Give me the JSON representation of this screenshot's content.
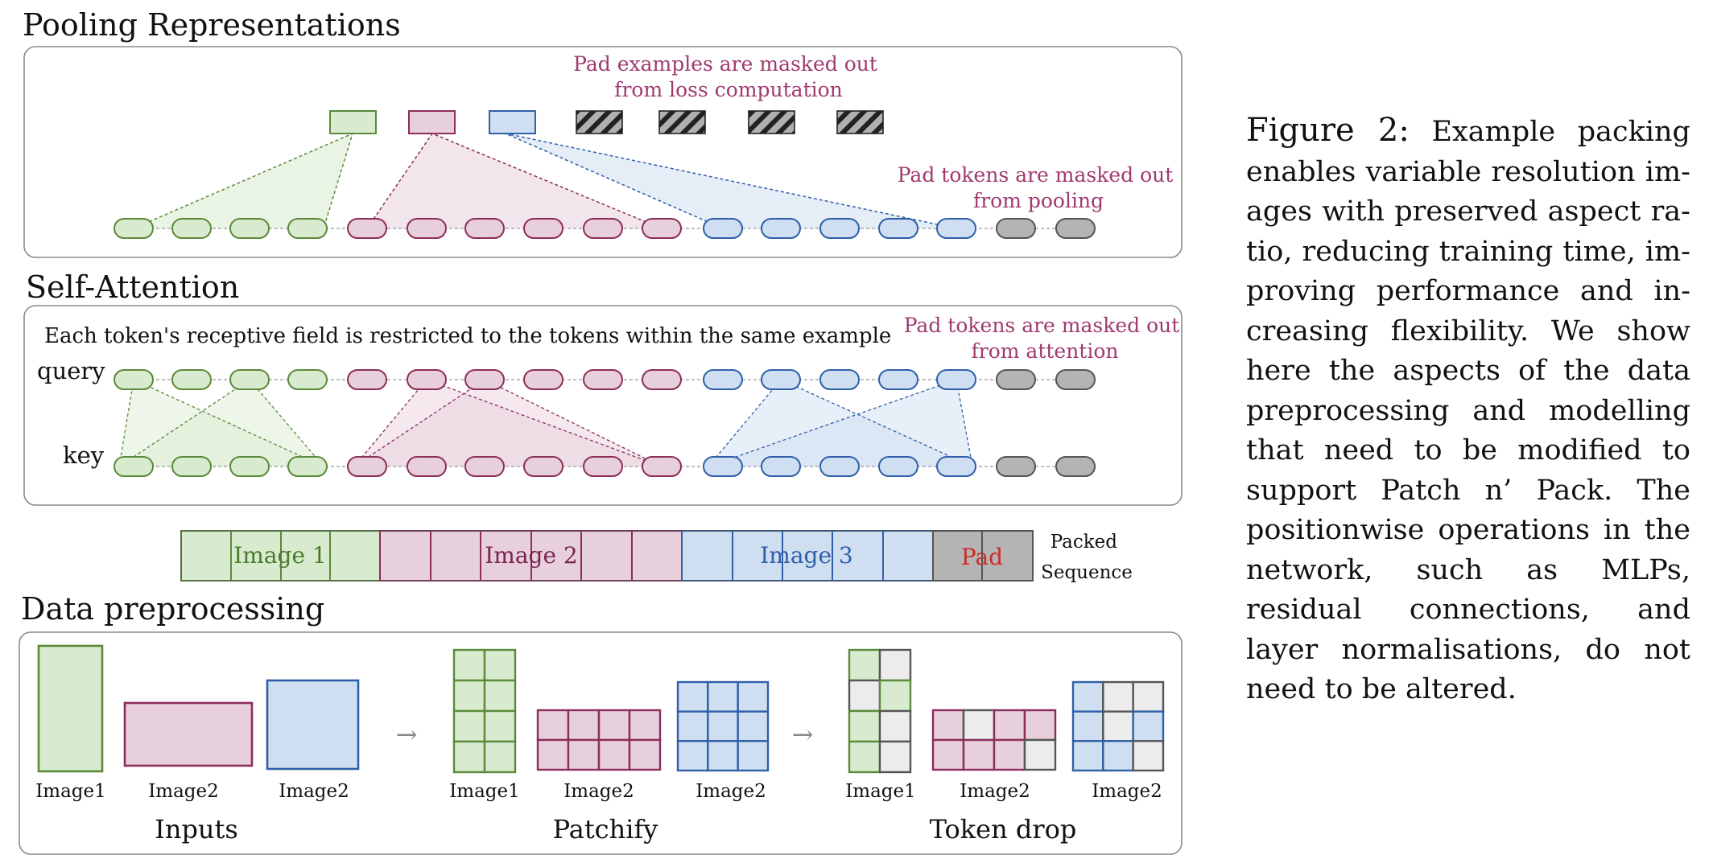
{
  "colors": {
    "green_stroke": "#5a8a3a",
    "green_fill": "#d8ebcf",
    "pink_stroke": "#8c2d5a",
    "pink_fill": "#e8cfdc",
    "blue_stroke": "#2f5fa8",
    "blue_fill": "#cfdff1",
    "grey_stroke": "#555555",
    "grey_fill": "#b4b4b4",
    "annotation": "#a03a6e",
    "pad_text": "#d02a2a"
  },
  "pooling": {
    "title": "Pooling Representations",
    "note_top_line1": "Pad examples are masked out",
    "note_top_line2": "from loss computation",
    "note_right_line1": "Pad tokens are masked out",
    "note_right_line2": "from pooling"
  },
  "attention": {
    "title": "Self-Attention",
    "description": "Each token's receptive field is restricted to the tokens within the same example",
    "query_label": "query",
    "key_label": "key",
    "note_line1": "Pad tokens are masked out",
    "note_line2": "from attention"
  },
  "packed": {
    "labels": [
      "Image 1",
      "Image 2",
      "Image 3",
      "Pad"
    ],
    "side_line1": "Packed",
    "side_line2": "Sequence"
  },
  "preprocessing": {
    "title": "Data preprocessing",
    "stage_labels": [
      "Inputs",
      "Patchify",
      "Token drop"
    ],
    "image_labels": [
      "Image1",
      "Image2",
      "Image2",
      "Image1",
      "Image2",
      "Image2",
      "Image1",
      "Image2",
      "Image2"
    ],
    "arrow": "→"
  },
  "caption": {
    "label": "Figure 2:",
    "text": "Example packing en­ables variable resolution im­ages with preserved aspect ra­tio, reducing training time, im­proving performance and in­creasing flexibility.  We show here the aspects of the data pre­processing and modelling that need to be modified to support Patch n’ Pack.   The position­wise operations in the network, such as MLPs, residual connec­tions, and layer normalisations, do not need to be altered."
  }
}
